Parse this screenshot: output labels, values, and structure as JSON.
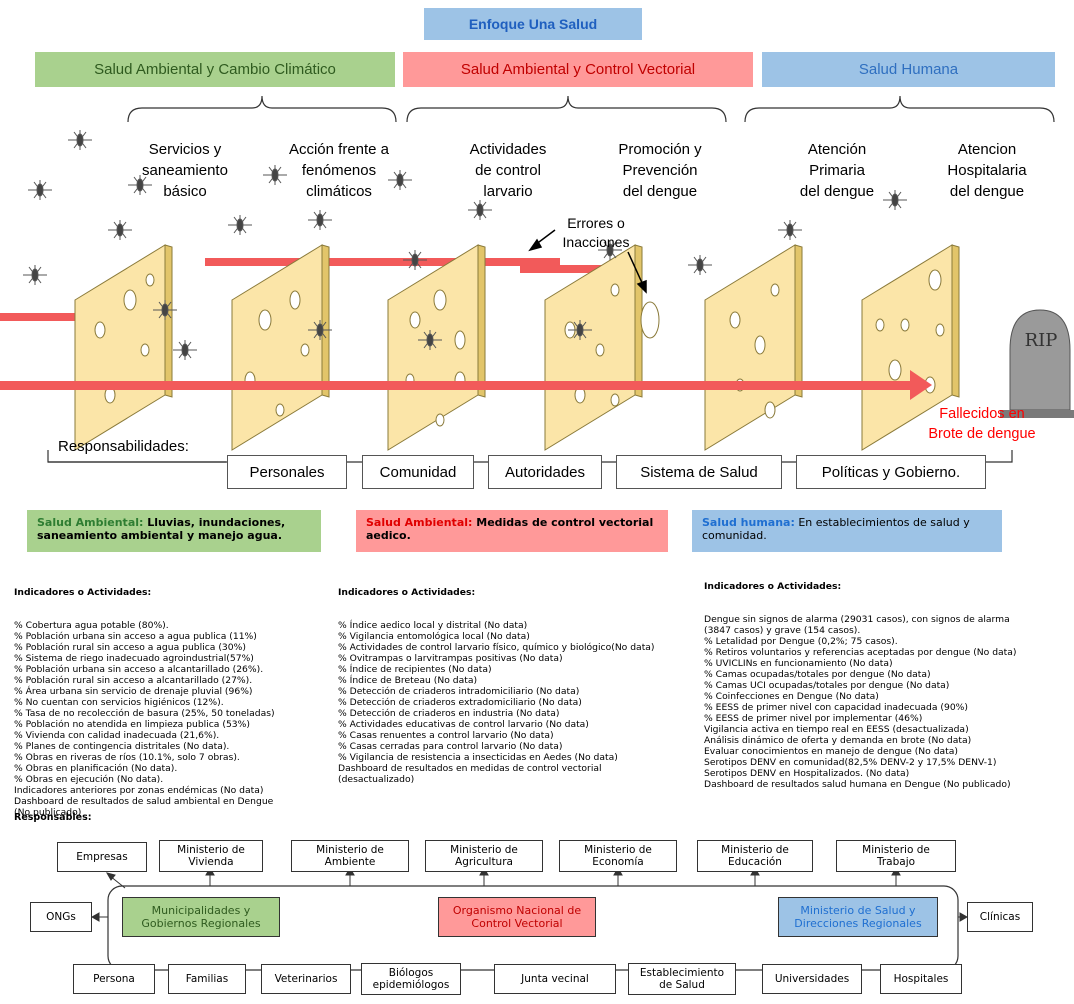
{
  "title": "Enfoque Una Salud",
  "categories": [
    {
      "label": "Salud Ambiental y Cambio Climático",
      "color": "#a9d18e"
    },
    {
      "label": "Salud Ambiental y Control Vectorial",
      "color": "#ff9999"
    },
    {
      "label": "Salud Humana",
      "color": "#9dc3e6"
    }
  ],
  "layers": [
    {
      "l1": "Servicios y",
      "l2": "saneamiento",
      "l3": "básico"
    },
    {
      "l1": "Acción frente a",
      "l2": "fenómenos",
      "l3": "climáticos"
    },
    {
      "l1": "Actividades",
      "l2": "de control",
      "l3": "larvario"
    },
    {
      "l1": "Promoción y",
      "l2": "Prevención",
      "l3": "del dengue"
    },
    {
      "l1": "Atención",
      "l2": "Primaria",
      "l3": "del dengue"
    },
    {
      "l1": "Atencion",
      "l2": "Hospitalaria",
      "l3": "del dengue"
    }
  ],
  "errors_label": {
    "l1": "Errores o",
    "l2": "Inacciones"
  },
  "outcome": {
    "l1": "Fallecidos en",
    "l2": "Brote de dengue"
  },
  "tombstone": "RIP",
  "responsibilities_label": "Responsabilidades:",
  "responsibilities": [
    "Personales",
    "Comunidad",
    "Autoridades",
    "Sistema de Salud",
    "Políticas y Gobierno."
  ],
  "panels": [
    {
      "prefix": "Salud Ambiental:",
      "text": " Lluvias, inundaciones, saneamiento ambiental y manejo agua.",
      "prefix_color": "#2e7d32"
    },
    {
      "prefix": "Salud Ambiental:",
      "text": " Medidas de control vectorial aedico.",
      "prefix_color": "#e00000"
    },
    {
      "prefix": "Salud humana:",
      "text": " En establecimientos de salud y comunidad.",
      "prefix_color": "#1f6fd1"
    }
  ],
  "indicators_title": "Indicadores o Actividades:",
  "indicators": [
    [
      "% Cobertura agua potable (80%).",
      "% Población urbana sin acceso a agua publica (11%)",
      "% Población rural sin acceso a agua publica (30%)",
      "% Sistema de riego inadecuado agroindustrial(57%)",
      "% Población urbana sin acceso a alcantarillado (26%).",
      "% Población rural sin acceso a alcantarillado (27%).",
      "% Área urbana sin servicio de drenaje pluvial (96%)",
      "% No cuentan con servicios higiénicos (12%).",
      "% Tasa de no recolección de basura (25%, 50 toneladas)",
      "% Población no atendida en limpieza publica (53%)",
      "% Vivienda con calidad inadecuada (21,6%).",
      "% Planes de contingencia distritales (No data).",
      "% Obras en riveras de ríos (10.1%, solo 7 obras).",
      "% Obras en planificación (No data).",
      "% Obras en ejecución (No data).",
      "Indicadores anteriores por zonas endémicas (No data)",
      "Dashboard de resultados de salud ambiental en Dengue",
      "(No publicado)"
    ],
    [
      "% Índice aedico local y distrital (No data)",
      "% Vigilancia entomológica local (No data)",
      "% Actividades de control larvario físico, químico y biológico(No data)",
      "% Ovitrampas o larvitrampas positivas (No data)",
      "% Índice de recipientes (No data)",
      "% Índice de Breteau (No data)",
      "% Detección de criaderos intradomiciliario (No data)",
      "% Detección de criaderos extradomiciliario (No data)",
      "% Detección de criaderos en industria (No data)",
      "% Actividades educativas de control larvario (No data)",
      "% Casas renuentes a control larvario (No data)",
      "% Casas cerradas para control larvario (No data)",
      "% Vigilancia de resistencia a insecticidas en Aedes (No data)",
      "Dashboard de resultados en medidas de control vectorial",
      "(desactualizado)"
    ],
    [
      "Dengue sin signos de alarma (29031 casos), con signos de alarma",
      "(3847 casos) y grave (154 casos).",
      "% Letalidad por Dengue (0,2%; 75 casos).",
      "% Retiros voluntarios y referencias aceptadas por dengue (No data)",
      "% UVICLINs en funcionamiento (No data)",
      "% Camas ocupadas/totales por dengue (No data)",
      "% Camas UCI ocupadas/totales por dengue (No data)",
      "% Coinfecciones en Dengue (No data)",
      "% EESS de primer nivel con capacidad inadecuada (90%)",
      "% EESS de primer nivel por implementar (46%)",
      "Vigilancia activa en tiempo real en EESS (desactualizada)",
      "Análisis dinámico de oferta y demanda en brote (No data)",
      "Evaluar conocimientos en manejo de dengue (No data)",
      "Serotipos DENV en comunidad(82,5% DENV-2 y 17,5% DENV-1)",
      "Serotipos DENV en Hospitalizados. (No data)",
      "Dashboard de resultados salud humana en Dengue (No publicado)"
    ]
  ],
  "responsables_label": "Responsables:",
  "org": {
    "top": [
      "Empresas",
      "Ministerio de\nVivienda",
      "Ministerio de\nAmbiente",
      "Ministerio de\nAgricultura",
      "Ministerio de\nEconomía",
      "Ministerio de\nEducación",
      "Ministerio de\nTrabajo"
    ],
    "left": "ONGs",
    "right": "Clínicas",
    "center": [
      "Municipalidades y\nGobiernos Regionales",
      "Organismo Nacional de\nControl Vectorial",
      "Ministerio de Salud y\nDirecciones Regionales"
    ],
    "bottom": [
      "Persona",
      "Familias",
      "Veterinarios",
      "Biólogos\nepidemiólogos",
      "Junta vecinal",
      "Establecimiento\nde Salud",
      "Universidades",
      "Hospitales"
    ]
  }
}
